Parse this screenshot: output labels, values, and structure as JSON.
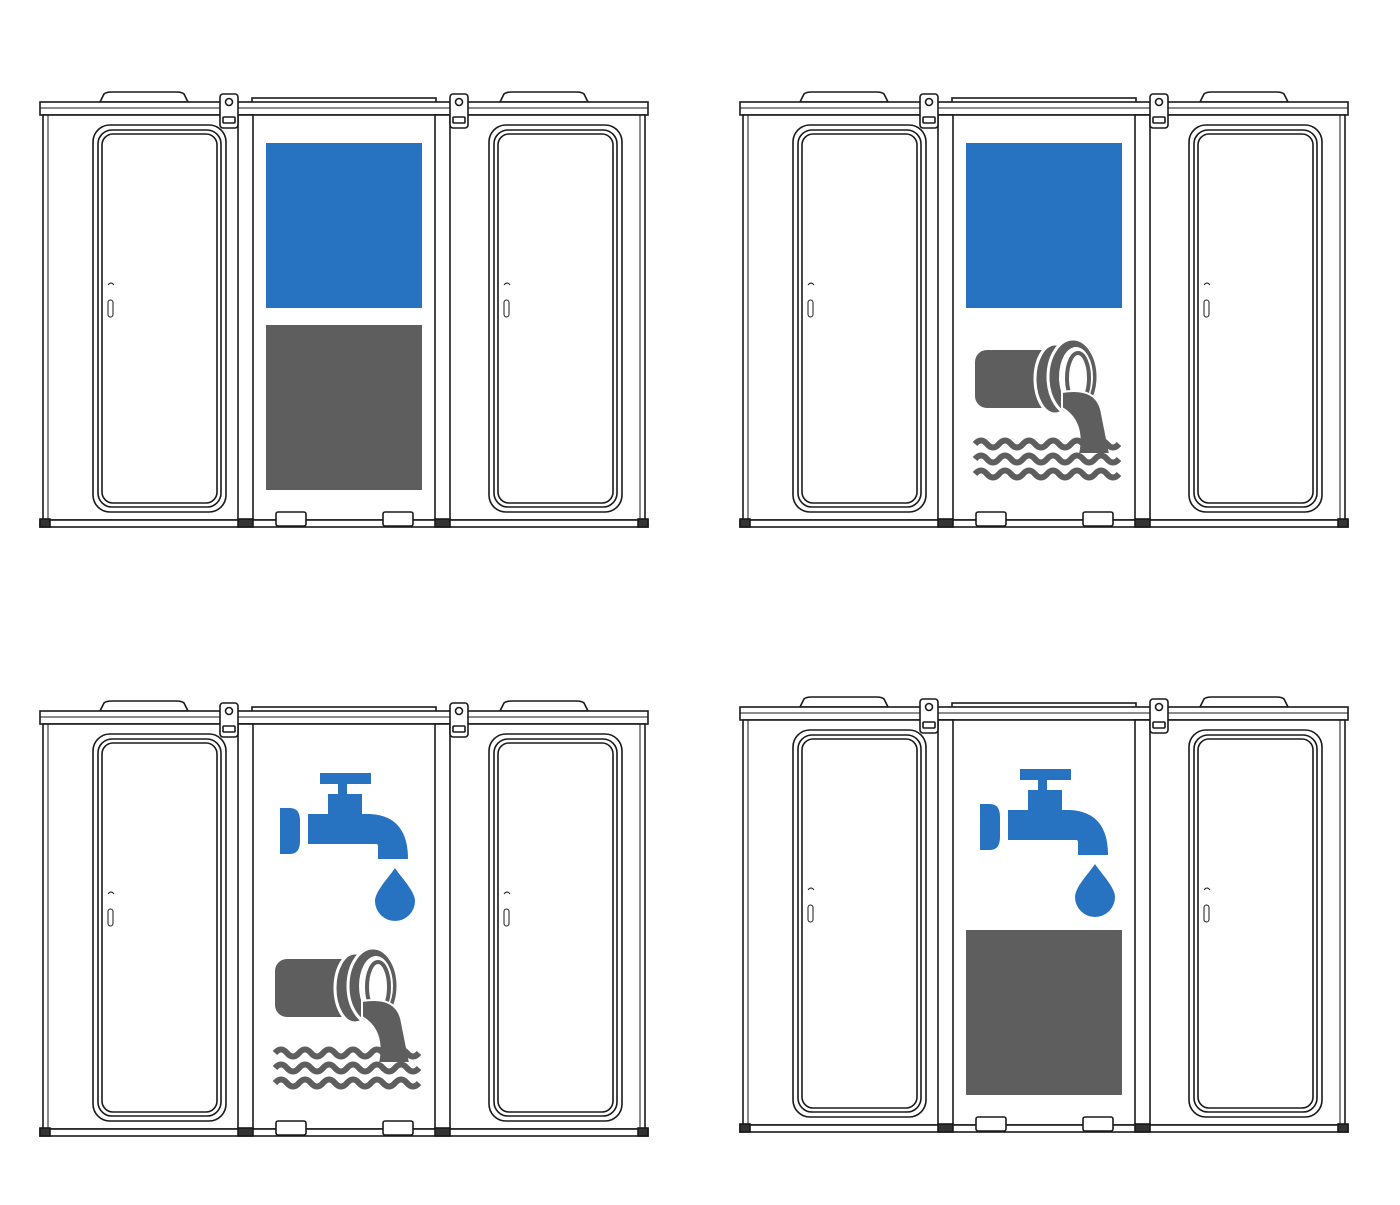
{
  "colors": {
    "clean_water": "#2872C2",
    "waste_water": "#5E5E5E",
    "outline": "#1a1a1a",
    "background": "#ffffff"
  },
  "units": [
    {
      "position": "top-left",
      "upper_panel": "blue-square",
      "lower_panel": "gray-square"
    },
    {
      "position": "top-right",
      "upper_panel": "blue-square",
      "lower_panel": "waste-pipe-icon"
    },
    {
      "position": "bottom-left",
      "upper_panel": "water-faucet-icon",
      "lower_panel": "waste-pipe-icon"
    },
    {
      "position": "bottom-right",
      "upper_panel": "water-faucet-icon",
      "lower_panel": "gray-square"
    }
  ]
}
